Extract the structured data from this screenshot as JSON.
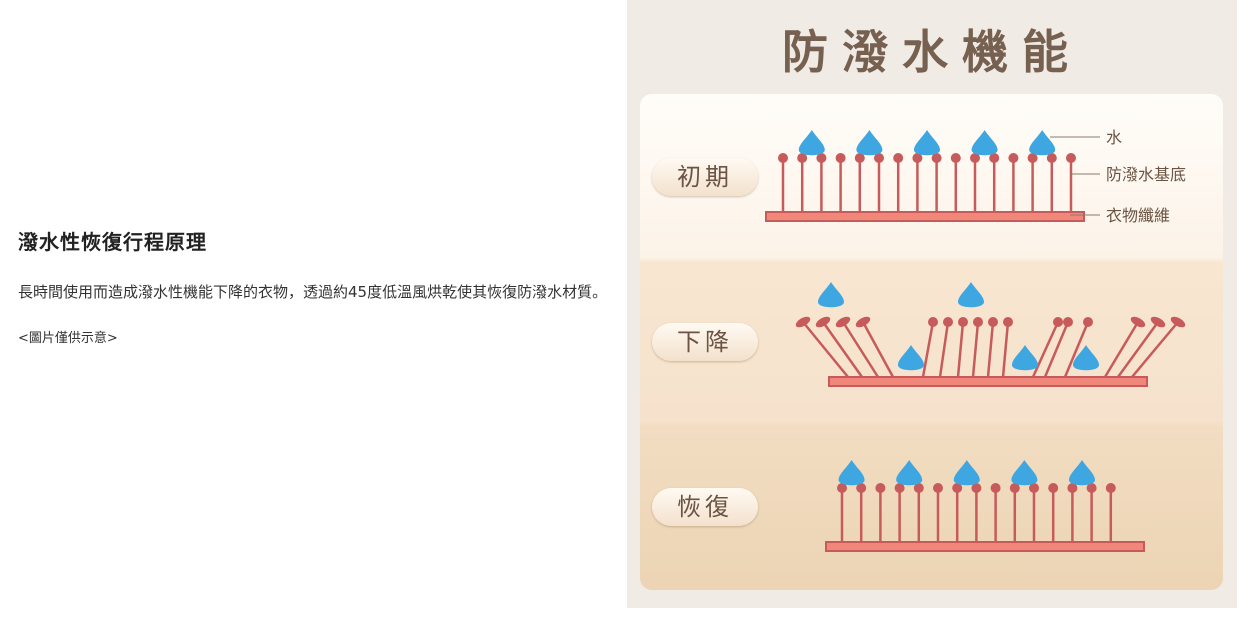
{
  "article": {
    "heading": "潑水性恢復行程原理",
    "description": "長時間使用而造成潑水性機能下降的衣物，透過約45度低溫風烘乾使其恢復防潑水材質。",
    "note": "<圖片僅供示意>"
  },
  "figure": {
    "title": "防潑水機能",
    "stages": [
      {
        "label": "初期"
      },
      {
        "label": "下降"
      },
      {
        "label": "恢復"
      }
    ],
    "legend": {
      "water": "水",
      "repellent_base": "防潑水基底",
      "fabric_fiber": "衣物纖維"
    },
    "colors": {
      "water": "#3ea6e0",
      "fiber": "#c75a5a",
      "base_fill": "#f0877a",
      "title": "#766050"
    }
  }
}
